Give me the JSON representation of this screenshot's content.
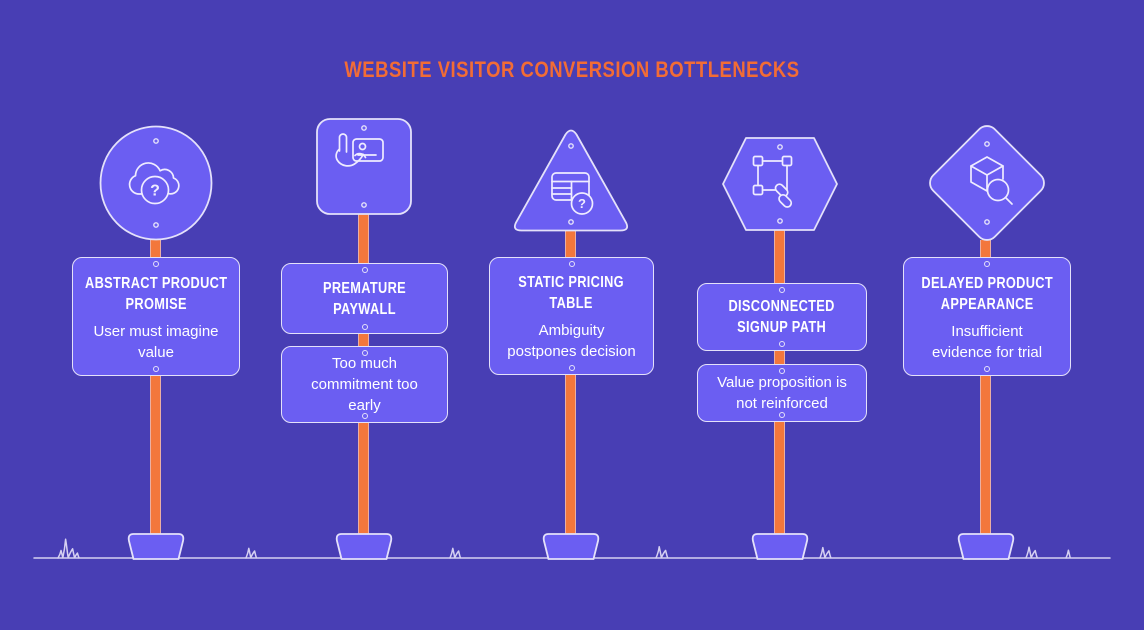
{
  "title": "WEBSITE VISITOR CONVERSION BOTTLENECKS",
  "colors": {
    "background": "#483eb4",
    "sign_fill": "#6b5ef2",
    "sign_outline": "#e4e1fa",
    "post": "#f3773c",
    "title_accent": "#f26c35",
    "text": "#ffffff"
  },
  "signposts": [
    {
      "shape": "circle",
      "icon": "cloud-question-icon",
      "title": "ABSTRACT PRODUCT\nPROMISE",
      "subtitle": "User must imagine\nvalue"
    },
    {
      "shape": "square",
      "icon": "hand-card-icon",
      "title": "PREMATURE\nPAYWALL",
      "subtitle": "Too much\ncommitment too\nearly"
    },
    {
      "shape": "triangle",
      "icon": "pricing-table-question-icon",
      "title": "STATIC PRICING\nTABLE",
      "subtitle": "Ambiguity\npostpones decision"
    },
    {
      "shape": "hexagon",
      "icon": "selection-link-icon",
      "title": "DISCONNECTED\nSIGNUP PATH",
      "subtitle": "Value proposition is\nnot reinforced"
    },
    {
      "shape": "diamond",
      "icon": "cube-search-icon",
      "title": "DELAYED PRODUCT\nAPPEARANCE",
      "subtitle": "Insufficient\nevidence for trial"
    }
  ]
}
